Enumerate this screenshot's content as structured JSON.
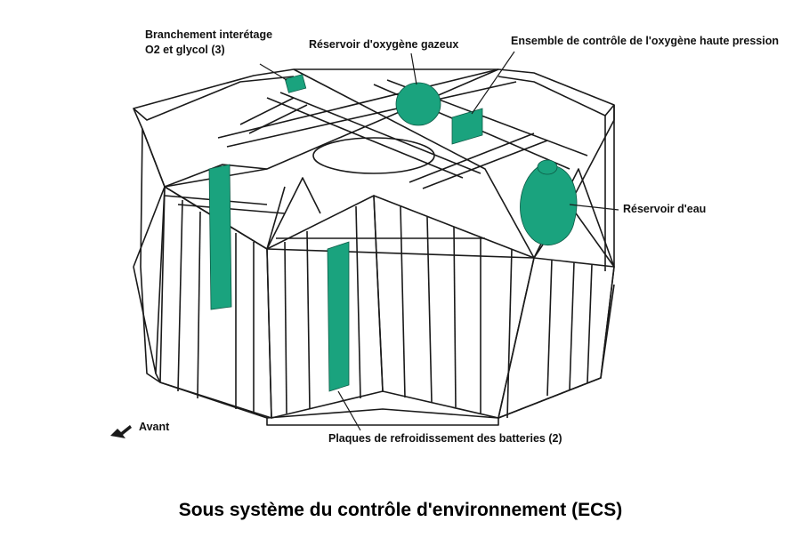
{
  "labels": {
    "interstage_line1": "Branchement interétage",
    "interstage_line2": "O2 et glycol (3)",
    "oxygen_tank": "Réservoir d'oxygène gazeux",
    "hp_oxygen": "Ensemble de contrôle de l'oxygène haute pression",
    "water_tank": "Réservoir d'eau",
    "battery_plates": "Plaques de refroidissement des batteries (2)",
    "forward": "Avant"
  },
  "title": "Sous système du contrôle d'environnement (ECS)",
  "colors": {
    "component": "#1aa37e",
    "line": "#1a1a1a",
    "background": "#ffffff"
  },
  "icons": [
    "forward-arrow-icon"
  ]
}
